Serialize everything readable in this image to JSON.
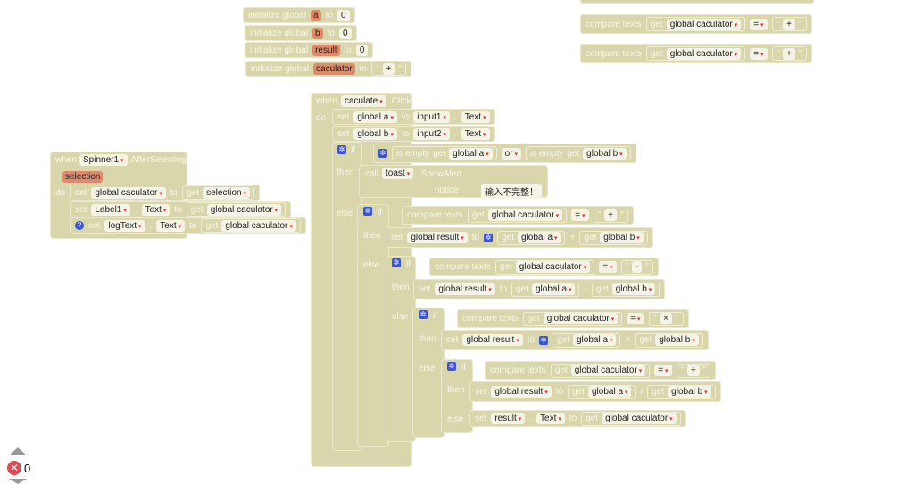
{
  "keywords": {
    "initialize_global": "initialize global",
    "to": "to",
    "when": "when",
    "do": "do",
    "set": "set",
    "get": "get",
    "if": "if",
    "then": "then",
    "else": "else",
    "call": "call",
    "is_empty": "is empty",
    "compare_texts": "compare texts",
    "notice": "notice",
    "dot": ".",
    "quote": "\""
  },
  "globals": [
    {
      "name": "a",
      "value": "0"
    },
    {
      "name": "b",
      "value": "0"
    },
    {
      "name": "result",
      "value": "0"
    },
    {
      "name": "caculator",
      "value": "+"
    }
  ],
  "floating_compares": [
    {
      "var": "global caculator",
      "op": "=",
      "text": "+"
    },
    {
      "var": "global caculator",
      "op": "=",
      "text": "+"
    }
  ],
  "spinner_event": {
    "component": "Spinner1",
    "event": ".AfterSelecting",
    "param": "selection",
    "statements": [
      {
        "target": "global caculator",
        "value_var": "selection"
      },
      {
        "component": "Label1",
        "property": "Text",
        "value_var": "global caculator"
      },
      {
        "component": "logText",
        "property": "Text",
        "value_var": "global caculator"
      }
    ]
  },
  "click_event": {
    "component": "caculate",
    "event": ".Click",
    "set_a": {
      "var": "global a",
      "component": "input1",
      "property": "Text"
    },
    "set_b": {
      "var": "global b",
      "component": "input2",
      "property": "Text"
    },
    "check": {
      "var_a": "global a",
      "op": "or",
      "var_b": "global b"
    },
    "alert": {
      "component": "toast",
      "method": ".ShowAlert",
      "notice": "输入不完整！"
    },
    "branches": [
      {
        "compare_var": "global caculator",
        "cmp": "=",
        "text": "+",
        "result_var": "global result",
        "a": "global a",
        "op": "+",
        "b": "global b"
      },
      {
        "compare_var": "global caculator",
        "cmp": "=",
        "text": "-",
        "result_var": "global result",
        "a": "global a",
        "op": "-",
        "b": "global b"
      },
      {
        "compare_var": "global caculator",
        "cmp": "=",
        "text": "×",
        "result_var": "global result",
        "a": "global a",
        "op": "×",
        "b": "global b"
      },
      {
        "compare_var": "global caculator",
        "cmp": "=",
        "text": "÷",
        "result_var": "global result",
        "a": "global a",
        "op": "/",
        "b": "global b"
      }
    ],
    "fallback": {
      "component": "result",
      "property": "Text",
      "var": "global caculator"
    }
  },
  "error_counter": {
    "count": "0"
  }
}
